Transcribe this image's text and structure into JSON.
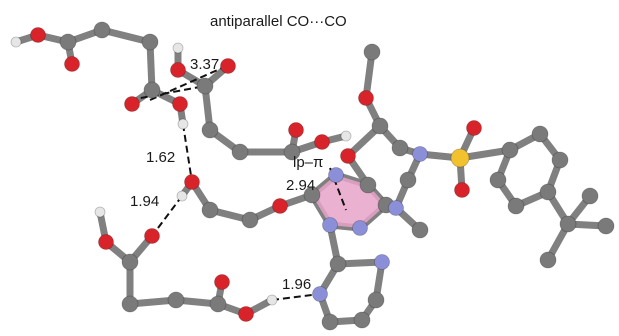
{
  "colors": {
    "carbon": "#7a7a7a",
    "oxygen": "#d8232a",
    "nitrogen": "#8a8fd8",
    "hydrogen": "#e6e6e6",
    "sulfur": "#f2c12e",
    "ring_highlight": "#e7a3c8"
  },
  "labels": {
    "title": "antiparallel CO···CO",
    "d1": "3.37",
    "d2": "1.62",
    "d3": "1.94",
    "lp_pi": "lp–π",
    "d4": "2.94",
    "d5": "1.96"
  }
}
